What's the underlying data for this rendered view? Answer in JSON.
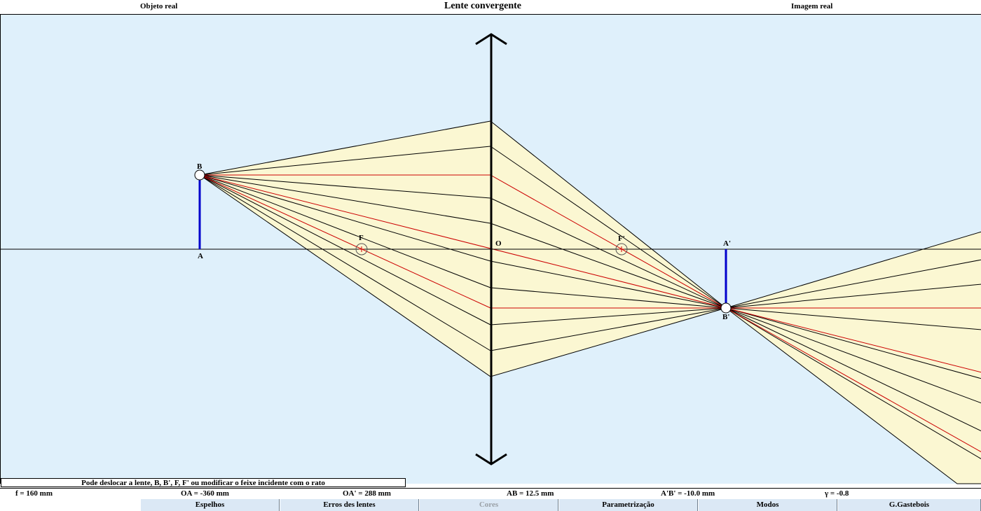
{
  "header": {
    "left": "Objeto real",
    "center": "Lente convergente",
    "right": "Imagem real"
  },
  "diagram": {
    "labels": {
      "object_top": "B",
      "object_base": "A",
      "focus_object": "F",
      "optical_center": "O",
      "focus_image": "F'",
      "image_base": "A'",
      "image_top": "B'"
    },
    "colors": {
      "background": "#dff0fb",
      "beam_fill": "#fbf7d2",
      "object_arrow": "#0000cc",
      "ray": "#000000",
      "principal_ray": "#cc0000"
    }
  },
  "hint": "Pode deslocar a lente, B, B', F, F' ou modificar o feixe incidente com o rato",
  "values": {
    "f": "f = 160 mm",
    "oa": "OA = -360 mm",
    "oa_prime": "OA' = 288 mm",
    "ab": "AB = 12.5 mm",
    "ab_prime": "A'B' = -10.0 mm",
    "gamma": "γ = -0.8"
  },
  "menu": {
    "items": [
      {
        "label": "Espelhos"
      },
      {
        "label": "Erros des lentes"
      },
      {
        "label": "Cores"
      },
      {
        "label": "Parametrização"
      },
      {
        "label": "Modos"
      },
      {
        "label": "G.Gastebois"
      }
    ]
  }
}
